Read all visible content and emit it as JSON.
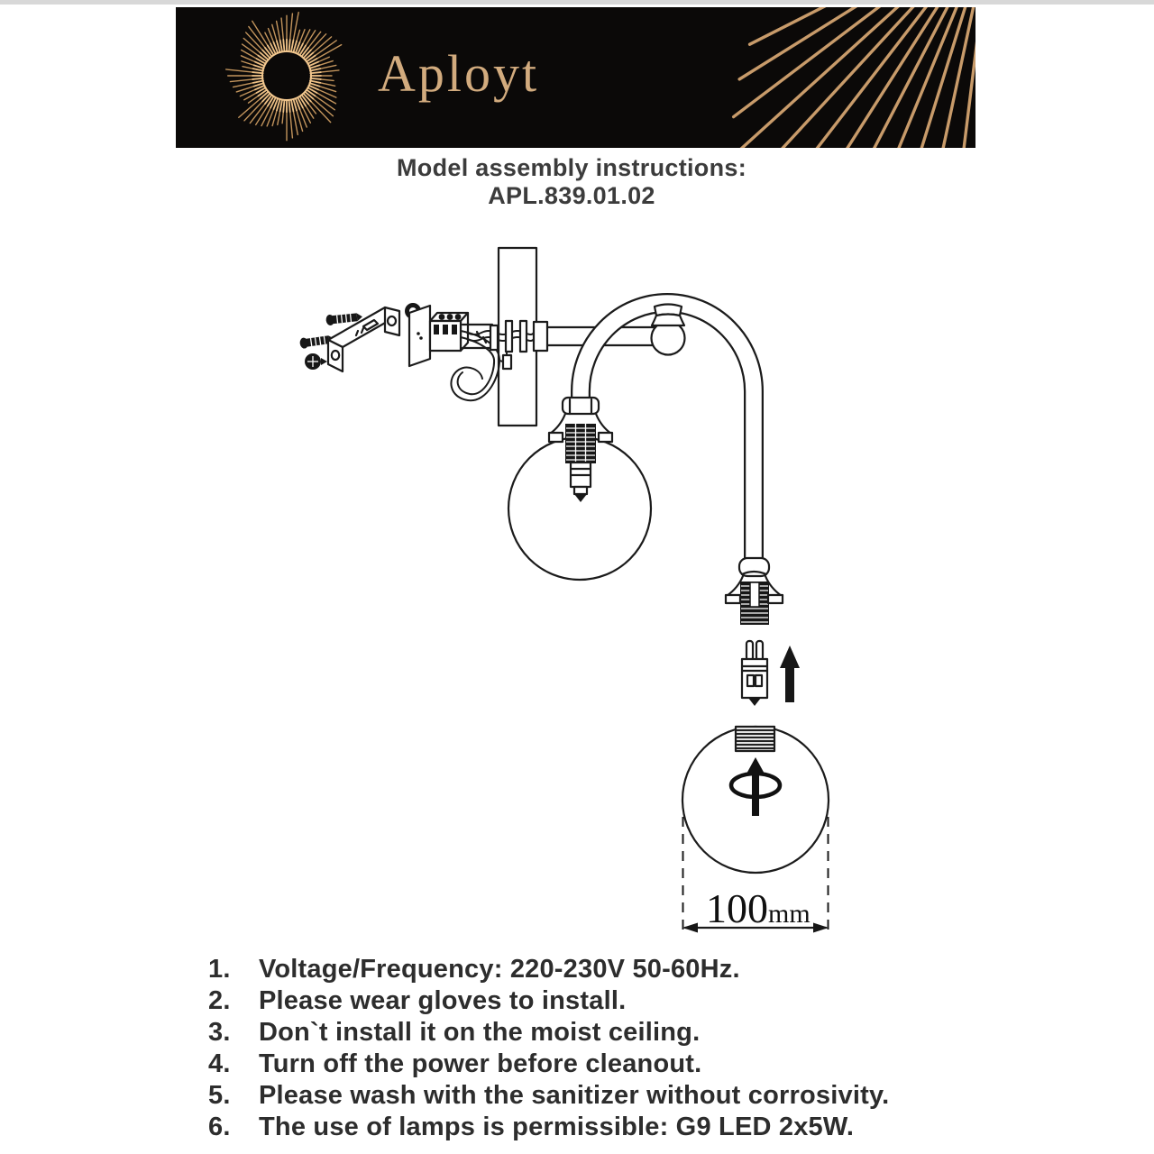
{
  "colors": {
    "banner_bg": "#0b0908",
    "gold_rays": "#d9a873",
    "gold_text": "#d2ab7e",
    "ink": "#1b1b1b",
    "title_text": "#3c3c3c"
  },
  "header": {
    "brand": "Aployt",
    "logo": "sunburst-logo"
  },
  "title": {
    "line1": "Model assembly instructions:",
    "line2": "APL.839.01.02"
  },
  "diagram": {
    "dim_value": "100",
    "dim_unit": "mm",
    "parts": [
      "mounting-screws",
      "wall-bracket",
      "fixing-grommet",
      "cover-plate",
      "terminal-block",
      "wires",
      "wall-plate",
      "lamp-arm",
      "ball-joint",
      "tube-holder-cap",
      "curved-tube",
      "lamp-socket-left",
      "glass-globe-left",
      "lamp-socket-right",
      "g9-bulb",
      "insert-direction-arrow",
      "glass-globe-bottom",
      "threaded-collar",
      "rotate-to-fix-symbol"
    ]
  },
  "instructions": {
    "items": [
      {
        "num": "1.",
        "text": "Voltage/Frequency: 220-230V 50-60Hz."
      },
      {
        "num": "2.",
        "text": "Please wear gloves to install."
      },
      {
        "num": "3.",
        "text": "Don`t install it on the moist ceiling."
      },
      {
        "num": "4.",
        "text": "Turn off the power before cleanout."
      },
      {
        "num": "5.",
        "text": "Please wash with the sanitizer without corrosivity."
      },
      {
        "num": "6.",
        "text": "The use of lamps is permissible: G9 LED 2x5W."
      }
    ]
  }
}
